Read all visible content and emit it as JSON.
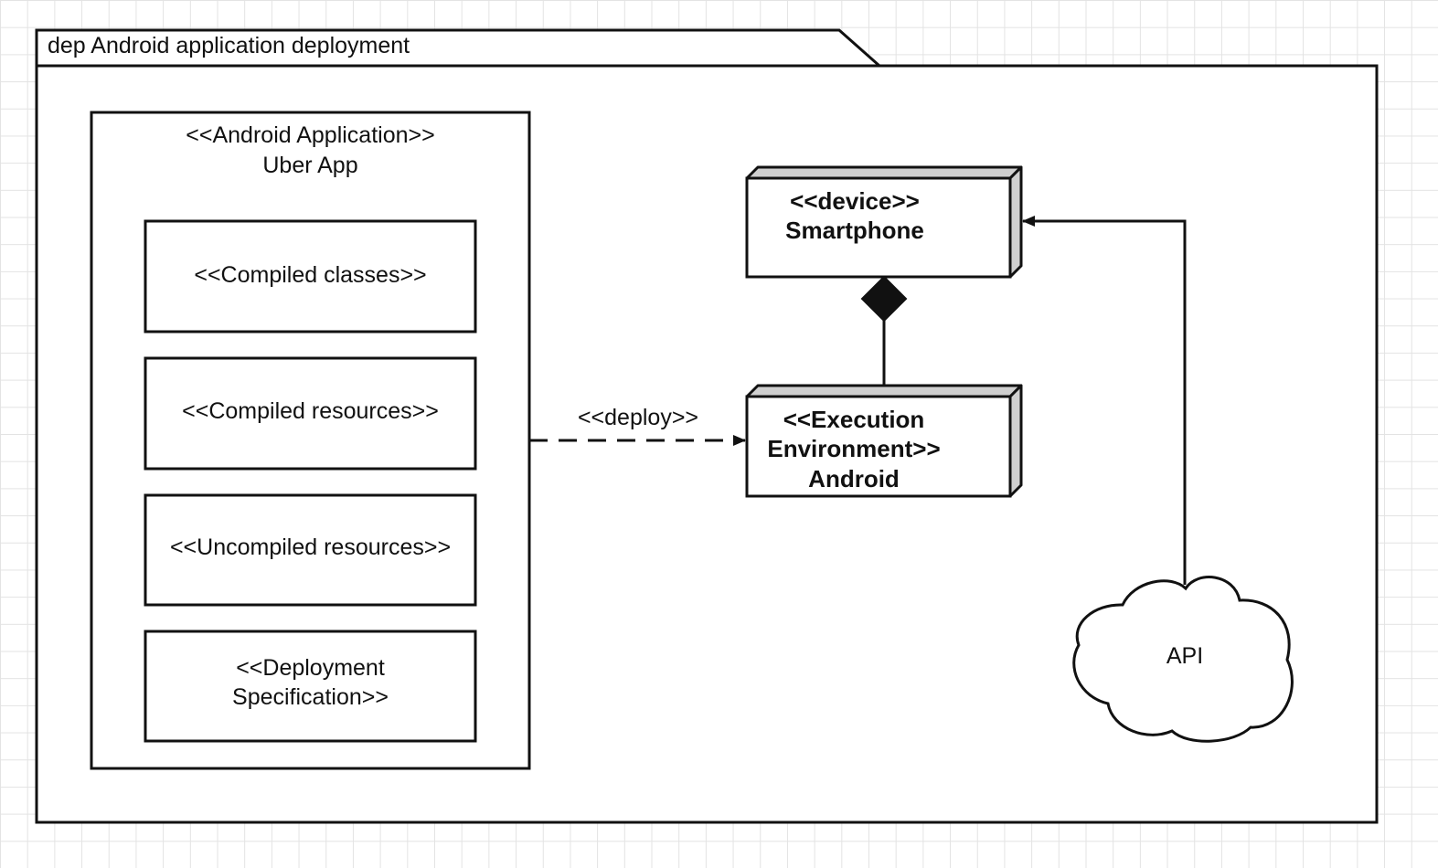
{
  "frame": {
    "title": "dep  Android application deployment"
  },
  "app": {
    "stereotype": "<<Android Application>>",
    "name": "Uber App",
    "artifacts": [
      {
        "lines": [
          "<<Compiled classes>>"
        ]
      },
      {
        "lines": [
          "<<Compiled resources>>"
        ]
      },
      {
        "lines": [
          "<<Uncompiled resources>>"
        ]
      },
      {
        "lines": [
          "<<Deployment",
          "Specification>>"
        ]
      }
    ]
  },
  "nodes": {
    "device": {
      "stereotype": "<<device>>",
      "name": "Smartphone"
    },
    "exec_env": {
      "line1": "<<Execution",
      "line2": "Environment>>",
      "name": "Android"
    }
  },
  "connectors": {
    "deploy_label": "<<deploy>>"
  },
  "cloud": {
    "label": "API"
  },
  "colors": {
    "stroke": "#111111",
    "node_side": "#cfcfcf",
    "grid": "#e3e3e3",
    "background": "#ffffff"
  }
}
